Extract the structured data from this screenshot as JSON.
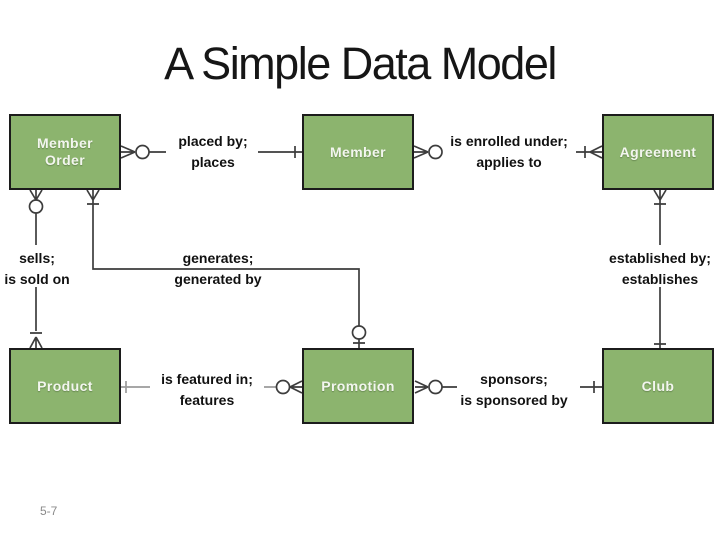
{
  "slide": {
    "title": "A Simple Data Model",
    "page_number": "5-7"
  },
  "colors": {
    "entity_fill": "#8cb46e",
    "entity_border": "#1c1c1c",
    "entity_text": "#f3f6ef",
    "connector": "#3d3d3d",
    "label_text": "#111111",
    "title_text": "#161616",
    "page_number_text": "#8a8a8a"
  },
  "entities": [
    {
      "id": "member-order",
      "label": "Member Order"
    },
    {
      "id": "member",
      "label": "Member"
    },
    {
      "id": "agreement",
      "label": "Agreement"
    },
    {
      "id": "product",
      "label": "Product"
    },
    {
      "id": "promotion",
      "label": "Promotion"
    },
    {
      "id": "club",
      "label": "Club"
    }
  ],
  "relationships": [
    {
      "id": "placed-by",
      "line1": "placed by;",
      "line2": "places",
      "from": "Member Order",
      "to": "Member",
      "from_notation": "zero-or-many",
      "to_notation": "exactly-one"
    },
    {
      "id": "enrolled-under",
      "line1": "is enrolled under;",
      "line2": "applies to",
      "from": "Member",
      "to": "Agreement",
      "from_notation": "zero-or-many",
      "to_notation": "one-or-many"
    },
    {
      "id": "sells",
      "line1": "sells;",
      "line2": "is sold on",
      "from": "Member Order",
      "to": "Product",
      "from_notation": "zero-or-many",
      "to_notation": "one-or-many"
    },
    {
      "id": "generates",
      "line1": "generates;",
      "line2": "generated by",
      "from": "Member Order",
      "to": "Promotion",
      "from_notation": "one-or-many",
      "to_notation": "zero-or-one"
    },
    {
      "id": "established-by",
      "line1": "established by;",
      "line2": "establishes",
      "from": "Agreement",
      "to": "Club",
      "from_notation": "one-or-many",
      "to_notation": "exactly-one"
    },
    {
      "id": "featured-in",
      "line1": "is featured in;",
      "line2": "features",
      "from": "Product",
      "to": "Promotion",
      "from_notation": "exactly-one",
      "to_notation": "zero-or-many"
    },
    {
      "id": "sponsors",
      "line1": "sponsors;",
      "line2": "is sponsored by",
      "from": "Promotion",
      "to": "Club",
      "from_notation": "zero-or-many",
      "to_notation": "exactly-one"
    }
  ]
}
